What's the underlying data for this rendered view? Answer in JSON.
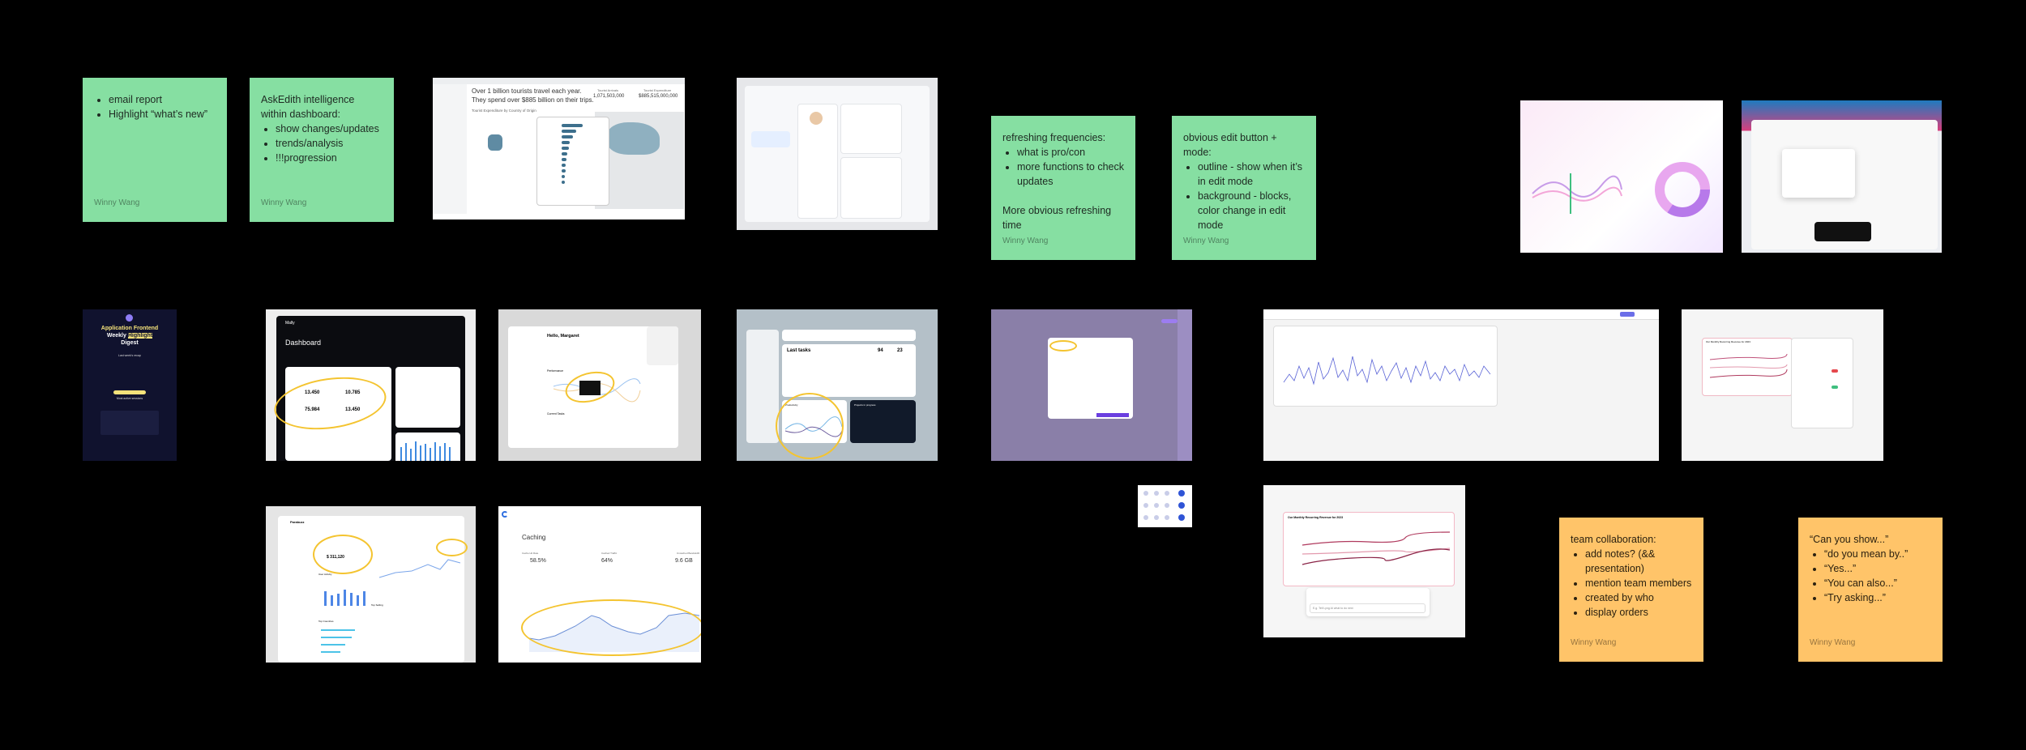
{
  "stickies": {
    "email": {
      "items": [
        "email report",
        "Highlight “what’s new”"
      ],
      "author": "Winny Wang"
    },
    "askedith": {
      "heading": "AskEdith intelligence within dashboard:",
      "items": [
        "show changes/updates",
        "trends/analysis",
        "!!!progression"
      ],
      "author": "Winny Wang"
    },
    "refresh": {
      "heading": "refreshing frequencies:",
      "items": [
        "what is pro/con",
        "more functions to check updates"
      ],
      "footer": "More obvious refreshing time",
      "author": "Winny Wang"
    },
    "edit": {
      "heading": "obvious edit button + mode:",
      "items": [
        "outline - show when it’s in edit mode",
        "background - blocks, color change in edit mode"
      ],
      "author": "Winny Wang"
    },
    "team": {
      "heading": "team collaboration:",
      "items": [
        "add notes? (&& presentation)",
        "mention team members",
        "created by who",
        "display orders"
      ],
      "author": "Winny Wang"
    },
    "ask": {
      "heading": "“Can you show...”",
      "items": [
        "“do you mean by..”",
        "“Yes...”",
        "“You can also...”",
        "“Try asking...”"
      ],
      "author": "Winny Wang"
    }
  },
  "thumbs": {
    "tourism": {
      "headline1": "Over 1 billion tourists travel each year.",
      "headline2": "They spend over $885 billion on their trips.",
      "kpi1_label": "Tourist Arrivals",
      "kpi1_value": "1,071,503,000",
      "kpi2_label": "Tourist Expenditure",
      "kpi2_value": "$885,515,000,000",
      "map_title": "Tourist Expenditure by Country of Origin"
    },
    "digest": {
      "title1": "Application Frontend",
      "title2": "Weekly",
      "title3": "Highlight",
      "title4": "Digest",
      "section": "Last week's recap",
      "section2": "Most active sessions"
    },
    "mally": {
      "brand": "Mally",
      "title": "Dashboard",
      "kpis": [
        "13.450",
        "10.785",
        "75.984",
        "13.450"
      ]
    },
    "margaret": {
      "title": "Hello, Margaret",
      "section": "Performance",
      "section2": "Current Tasks"
    },
    "tasks": {
      "title": "Last tasks",
      "count1": "94",
      "count2": "23",
      "section": "Productivity",
      "section2": "Projects in progress"
    },
    "parabuzz": {
      "brand": "Parabuzz",
      "value": "$ 311,120",
      "section": "User Activity",
      "section2": "Top Countries",
      "section3": "Top Selling"
    },
    "caching": {
      "title": "Caching",
      "kpi1_label": "Cache Hit Rate",
      "kpi1_value": "58.5%",
      "kpi2_label": "Cached Traffic",
      "kpi2_value": "64%",
      "kpi3_label": "Uncached Bandwidth",
      "kpi3_value": "9.6 GB"
    },
    "mrr": {
      "title": "Our Monthly Recurring Revenue for 2023",
      "prompt_placeholder": "E.g. Tell Lyng AI what to do next"
    },
    "mrr2": {
      "title": "Our Monthly Recurring Revenue for 2023"
    }
  }
}
